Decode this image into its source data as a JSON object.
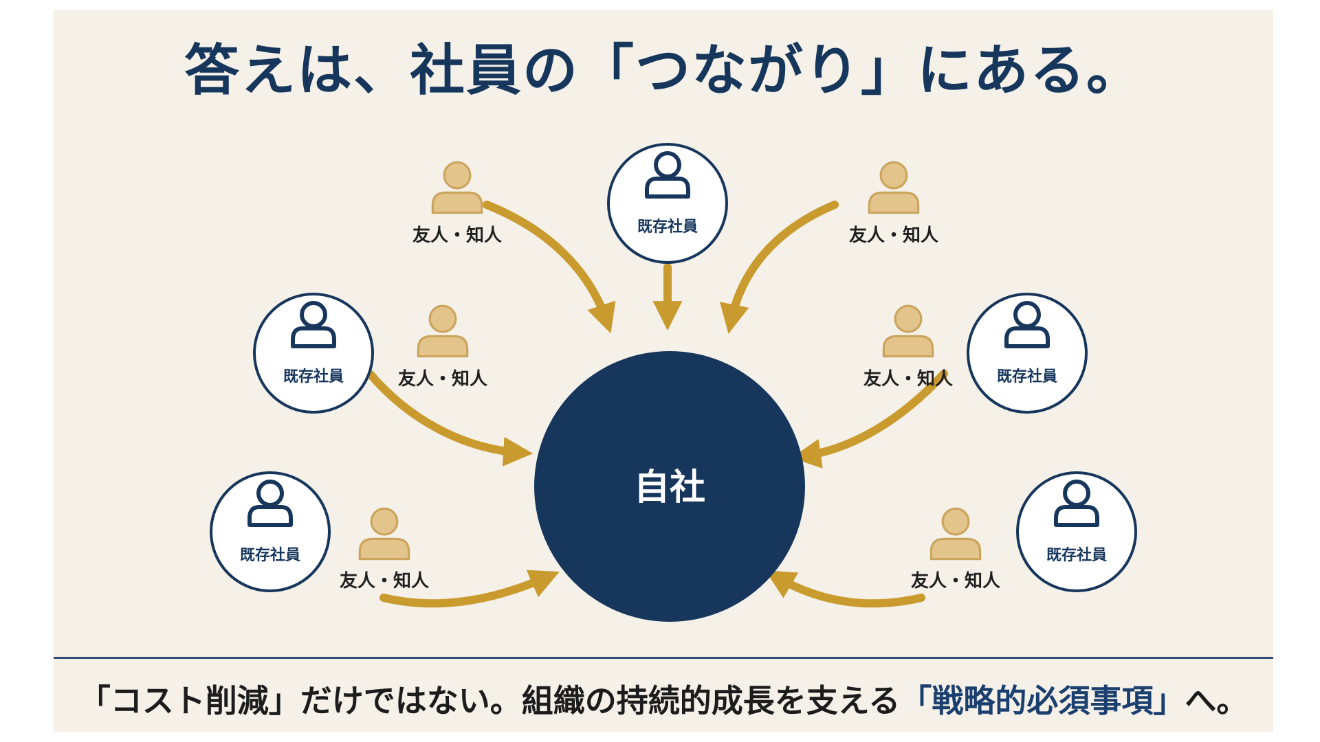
{
  "title": "答えは、社員の「つながり」にある。",
  "center_label": "自社",
  "employee_label": "既存社員",
  "friend_label": "友人・知人",
  "footer": {
    "part1": "「コスト削減」だけではない。組織の持続的成長を支える",
    "highlight": "「戦略的必須事項」",
    "part2": "へ。"
  },
  "colors": {
    "navy": "#16365c",
    "gold": "#c99a2e",
    "person_fill": "#e3c48a",
    "background": "#f5f1e9"
  },
  "icons": {
    "employee": "person-outline-icon",
    "friend": "person-filled-icon"
  }
}
